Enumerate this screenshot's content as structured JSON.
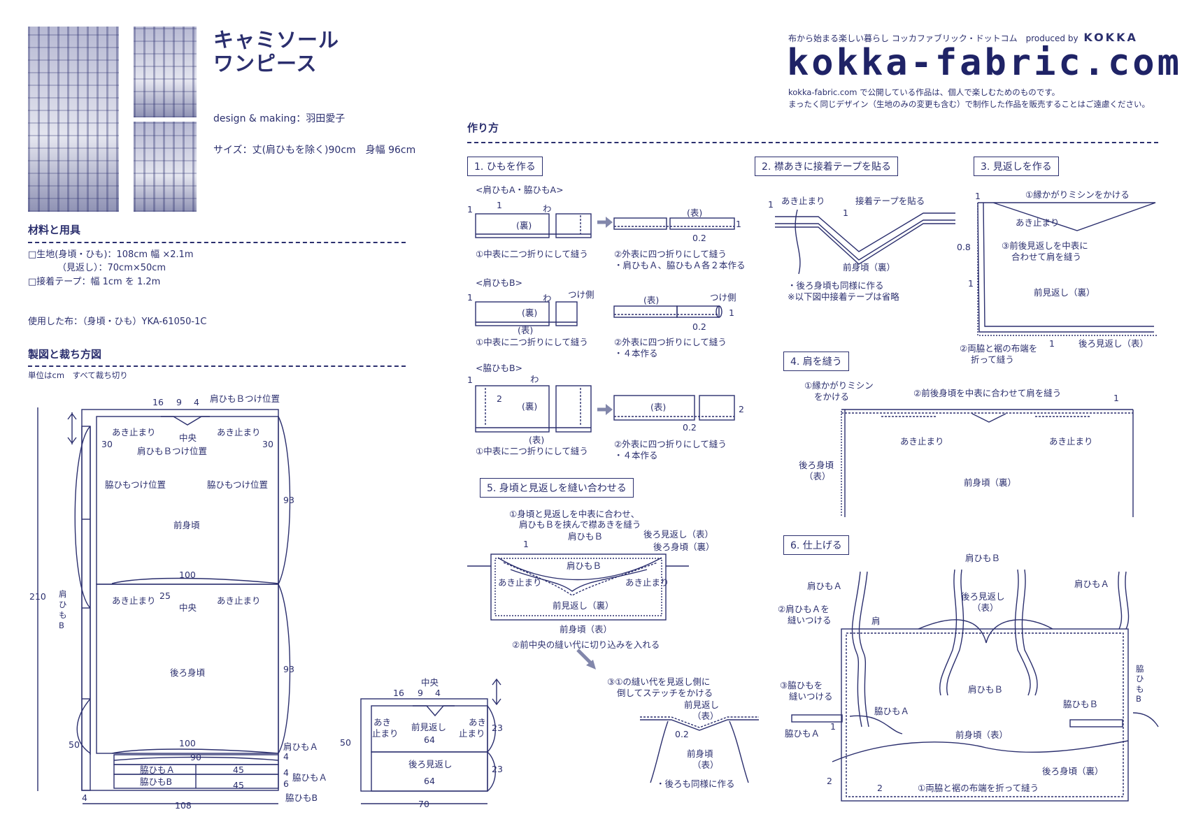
{
  "title": {
    "line1": "キャミソール",
    "line2": "ワンピース"
  },
  "credit": "design & making：羽田愛子",
  "size": "サイズ：丈(肩ひもを除く)90cm　身幅 96cm",
  "header": {
    "tagline": "布から始まる楽しい暮らし コッカファブリック・ドットコム　produced by",
    "brand": "KOKKA",
    "logo": "kokka-fabric.com",
    "notice1": "kokka-fabric.com で公開している作品は、個人で楽しむためのものです。",
    "notice2": "まったく同じデザイン（生地のみの変更も含む）で制作した作品を販売することはご遠慮ください。"
  },
  "materials": {
    "heading": "材料と用具",
    "line1": "□生地(身頃・ひも)：108cm 幅 ×2.1m",
    "line2": "（見返し）：70cm×50cm",
    "line3": "□接着テープ：幅 1cm を 1.2m",
    "fabric": "使用した布：（身頃・ひも）YKA-61050-1C"
  },
  "pattern": {
    "heading": "製図と裁ち方図",
    "unit": "単位はcm　すべて裁ち切り",
    "labels": {
      "n16": "16",
      "n9": "9",
      "n4": "4",
      "katahimo_b_pos": "肩ひもＢつけ位置",
      "akidomari": "あき止まり",
      "chuo": "中央",
      "n30": "30",
      "wakihimo_pos": "脇ひもつけ位置",
      "n93": "93",
      "maemigoro": "前身頃",
      "n100": "100",
      "n25": "25",
      "n210": "210",
      "katahimo_b": "肩\nひ\nも\nB",
      "ushiromigoro": "後ろ身頃",
      "n50": "50",
      "n90": "90",
      "katahimo_a": "肩ひもＡ",
      "wakihimo_a": "脇ひもＡ",
      "wakihimo_b": "脇ひもB",
      "n45": "45",
      "n6": "6",
      "n108": "108",
      "maemikaeshi": "前見返し",
      "ushiromikaeshi": "後ろ見返し",
      "n64": "64",
      "n23": "23",
      "n70": "70",
      "aki_a": "あき",
      "aki_b": "止まり"
    }
  },
  "howto": {
    "heading": "作り方",
    "step1": {
      "label": "1. ひもを作る",
      "sub1": "<肩ひもA・脇ひもA>",
      "sub2": "<肩ひもB>",
      "sub3": "<脇ひもB>",
      "ura": "(裏)",
      "omote": "(表)",
      "wa": "わ",
      "tsukegawa": "つけ側",
      "n1": "1",
      "n2": "2",
      "n02": "0.2",
      "c1": "①中表に二つ折りにして縫う",
      "c2a": "②外表に四つ折りにして縫う",
      "c2a_b": "・肩ひもＡ、脇ひもＡ各２本作る",
      "c2b": "②外表に四つ折りにして縫う",
      "c2b_b": "・４本作る"
    },
    "step2": {
      "label": "2. 襟あきに接着テープを貼る",
      "akidomari": "あき止まり",
      "tape": "接着テープを貼る",
      "mae": "前身頃（裏）",
      "note1": "・後ろ身頃も同様に作る",
      "note2": "※以下図中接着テープは省略",
      "n1": "1"
    },
    "step3": {
      "label": "3. 見返しを作る",
      "c1": "①縁かがりミシンをかける",
      "akidomari": "あき止まり",
      "c3a": "③前後見返しを中表に",
      "c3b": "合わせて肩を縫う",
      "mae": "前見返し（裏）",
      "c2a": "②両脇と裾の布端を",
      "c2b": "折って縫う",
      "ushiro": "後ろ見返し（表）",
      "n08": "0.8",
      "n1": "1"
    },
    "step4": {
      "label": "4. 肩を縫う",
      "c1a": "①縁かがりミシン",
      "c1b": "をかける",
      "c2": "②前後身頃を中表に合わせて肩を縫う",
      "akidomari": "あき止まり",
      "ushiro_a": "後ろ身頃",
      "ushiro_b": "（表）",
      "mae": "前身頃（裏）",
      "n1": "1"
    },
    "step5": {
      "label": "5. 身頃と見返しを縫い合わせる",
      "c1a": "①身頃と見返しを中表に合わせ、",
      "c1b": "肩ひもＢを挟んで襟あきを縫う",
      "katahimo": "肩ひもＢ",
      "ushiro_mik": "後ろ見返し（表）",
      "ushiro_mig": "後ろ身頃（裏）",
      "akidomari": "あき止まり",
      "mae_mik": "前見返し（裏）",
      "mae_mig": "前身頃（表）",
      "c2": "②前中央の縫い代に切り込みを入れる",
      "c3a": "③①の縫い代を見返し側に",
      "c3b": "倒してステッチをかける",
      "mae_mik2a": "前見返し",
      "mae_mik2b": "（表）",
      "mae_mig2a": "前身頃",
      "mae_mig2b": "（表）",
      "note": "・後ろも同様に作る",
      "n1": "1",
      "n02": "0.2"
    },
    "step6": {
      "label": "6. 仕上げる",
      "katahimo_a": "肩ひもＡ",
      "katahimo_b": "肩ひもＢ",
      "c2a": "②肩ひもＡを",
      "c2b": "縫いつける",
      "kata": "肩",
      "ushiro_mik_a": "後ろ見返し",
      "ushiro_mik_b": "（表）",
      "c3a": "③脇ひもを",
      "c3b": "縫いつける",
      "wakihimo_a": "脇ひもＡ",
      "wakihimo_b": "脇ひもＢ",
      "wakihimo_b_v": "脇\nひ\nも\nB",
      "mae": "前身頃（表）",
      "ushiro": "後ろ身頃（裏）",
      "c1": "①両脇と裾の布端を折って縫う",
      "n1": "1",
      "n2": "2"
    }
  }
}
